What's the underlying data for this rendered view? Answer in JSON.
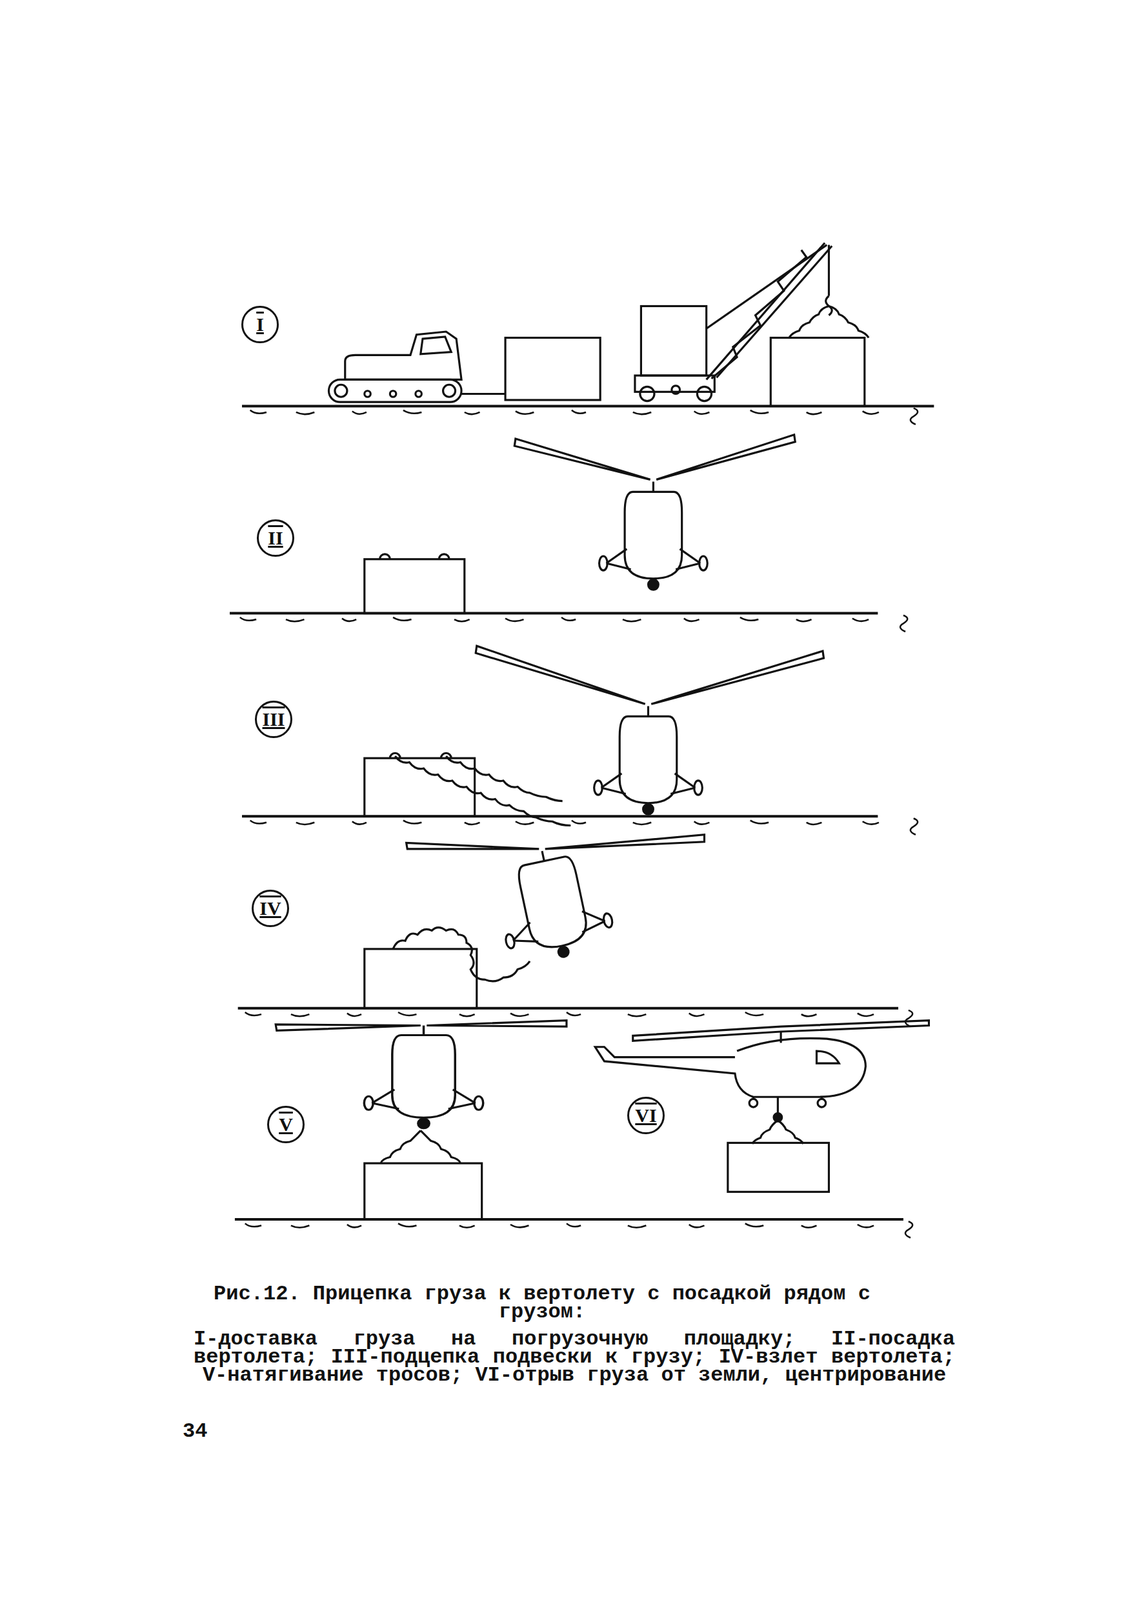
{
  "diagram": {
    "caption": "Рис.12. Прицепка груза к вертолету с посадкой рядом с грузом:",
    "nodes": [
      {
        "text": [
          "I"
        ]
      },
      {
        "text": [
          "II"
        ]
      },
      {
        "text": [
          "III"
        ]
      },
      {
        "text": [
          "IV"
        ]
      },
      {
        "text": [
          "V"
        ]
      },
      {
        "text": [
          "VI"
        ]
      }
    ],
    "labels": [
      "I-доставка груза на погрузочную площадку; II-посадка вертолета; III-подцепка подвески к грузу; IV-взлет вертолета; V-натягивание тросов; VI-отрыв груза от земли, центрирование",
      "34"
    ]
  }
}
